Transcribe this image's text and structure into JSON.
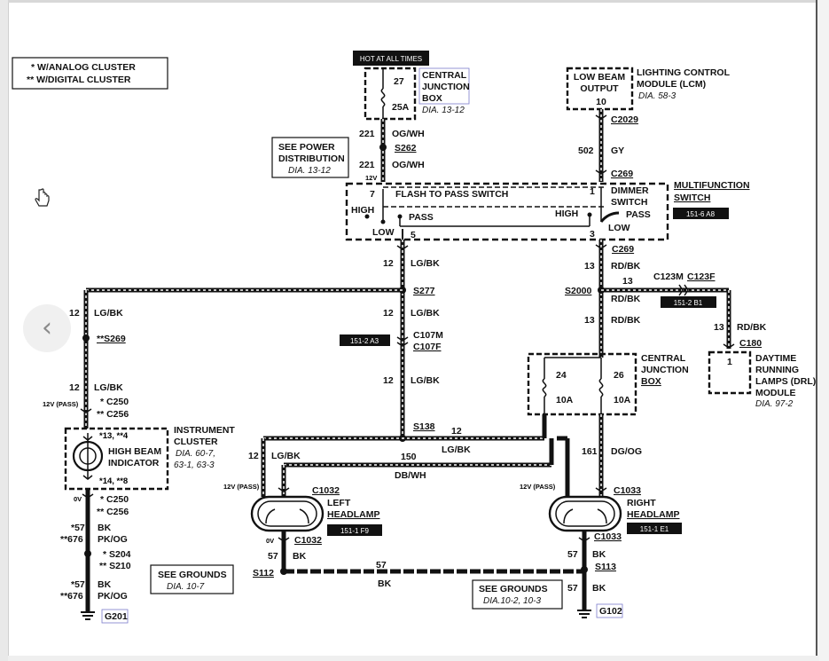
{
  "legend": {
    "analog": "*  W/ANALOG CLUSTER",
    "digital": "**  W/DIGITAL CLUSTER"
  },
  "top": {
    "hot_at_all_times": "HOT AT ALL TIMES",
    "cjb_pin": "27",
    "cjb_fuse": "25A",
    "cjb_name": [
      "CENTRAL",
      "JUNCTION",
      "BOX"
    ],
    "cjb_ref": "DIA. 13-12",
    "see_power": [
      "SEE POWER",
      "DISTRIBUTION"
    ],
    "see_power_ref": "DIA. 13-12",
    "w221a": "221",
    "w221a_color": "OG/WH",
    "s262": "S262",
    "w221b": "221",
    "w221b_color": "OG/WH",
    "v12": "12V"
  },
  "lcm": {
    "box": [
      "LOW BEAM",
      "OUTPUT"
    ],
    "pin": "10",
    "name": [
      "LIGHTING CONTROL",
      "MODULE (LCM)"
    ],
    "ref": "DIA. 58-3",
    "c2029": "C2029",
    "w502": "502",
    "w502_color": "GY",
    "c269": "C269"
  },
  "mfs": {
    "pin7": "7",
    "flash": "FLASH TO PASS SWITCH",
    "pin1": "1",
    "dimmer": [
      "DIMMER",
      "SWITCH"
    ],
    "name": [
      "MULTIFUNCTION",
      "SWITCH"
    ],
    "tag": "151-6 A8",
    "high_l": "HIGH",
    "pass_l": "PASS",
    "low_l": "LOW",
    "pin5": "5",
    "high_r": "HIGH",
    "pass_r": "PASS",
    "low_r": "LOW",
    "pin3": "3",
    "c269_b": "C269"
  },
  "left_side": {
    "w12a": "12",
    "w12a_color": "LG/BK",
    "s277": "S277",
    "w12_left": "12",
    "w12_left_color": "LG/BK",
    "s269": "**S269",
    "w12b": "12",
    "w12b_color": "LG/BK",
    "c107m": "C107M",
    "c107f": "C107F",
    "tag_a3": "151-2 A3",
    "w12c": "12",
    "w12c_color": "LG/BK",
    "w12d": "12",
    "w12d_color": "LG/BK",
    "v12pass": "12V (PASS)",
    "c250a": "* C250",
    "c256a": "** C256"
  },
  "cluster": {
    "name": [
      "INSTRUMENT",
      "CLUSTER"
    ],
    "ref": [
      "DIA. 60-7,",
      "63-1, 63-3"
    ],
    "pin_top": "*13, **4",
    "indicator": [
      "HIGH BEAM",
      "INDICATOR"
    ],
    "pin_bot": "*14, **8",
    "v0": "0V",
    "c250b": "* C250",
    "c256b": "** C256",
    "w57a": "*57",
    "w57a_color": "BK",
    "w676a": "**676",
    "w676a_color": "PK/OG",
    "s204": "* S204",
    "s210": "** S210",
    "w57b": "*57",
    "w57b_color": "BK",
    "w676b": "**676",
    "w676b_color": "PK/OG",
    "g201": "G201"
  },
  "grounds_left": {
    "title": "SEE GROUNDS",
    "ref": "DIA. 10-7"
  },
  "right_side": {
    "w13a": "13",
    "w13a_color": "RD/BK",
    "s2000": "S2000",
    "w13h": "13",
    "c123m": "C123M",
    "c123f": "C123F",
    "tag_b1": "151-2 B1",
    "w13b": "13",
    "w13b_color": "RD/BK",
    "w13c": "13",
    "w13c_color": "RD/BK",
    "c180": "C180",
    "w13d": "13",
    "w13d_color": "RD/BK"
  },
  "cjb2": {
    "pin24": "24",
    "pin26": "26",
    "fuse10a_l": "10A",
    "fuse10a_r": "10A",
    "name": [
      "CENTRAL",
      "JUNCTION",
      "BOX"
    ]
  },
  "drl": {
    "pin": "1",
    "name": [
      "DAYTIME",
      "RUNNING",
      "LAMPS (DRL)",
      "MODULE"
    ],
    "ref": "DIA. 97-2"
  },
  "middle": {
    "s138": "S138",
    "w12e": "12",
    "w12f": "12",
    "w12f_color": "LG/BK",
    "w150": "150",
    "w150_color": "DB/WH",
    "w12g_color": "LG/BK",
    "w161": "161",
    "w161_color": "DG/OG"
  },
  "left_headlamp": {
    "v12pass": "12V (PASS)",
    "c1032a": "C1032",
    "name": [
      "LEFT",
      "HEADLAMP"
    ],
    "tag": "151-1 F9",
    "v0": "0V",
    "c1032b": "C1032",
    "w57": "57",
    "w57_color": "BK",
    "s112": "S112"
  },
  "right_headlamp": {
    "v12pass": "12V (PASS)",
    "c1033a": "C1033",
    "name": [
      "RIGHT",
      "HEADLAMP"
    ],
    "tag": "151-1 E1",
    "c1033b": "C1033",
    "w57": "57",
    "w57_color": "BK",
    "s113": "S113",
    "w57b": "57",
    "w57b_color": "BK",
    "g102": "G102"
  },
  "ground_bus": {
    "w57": "57",
    "w57_color": "BK"
  },
  "grounds_right": {
    "title": "SEE GROUNDS",
    "ref": "DIA.10-2, 10-3"
  },
  "nav": {
    "prev": "‹"
  }
}
